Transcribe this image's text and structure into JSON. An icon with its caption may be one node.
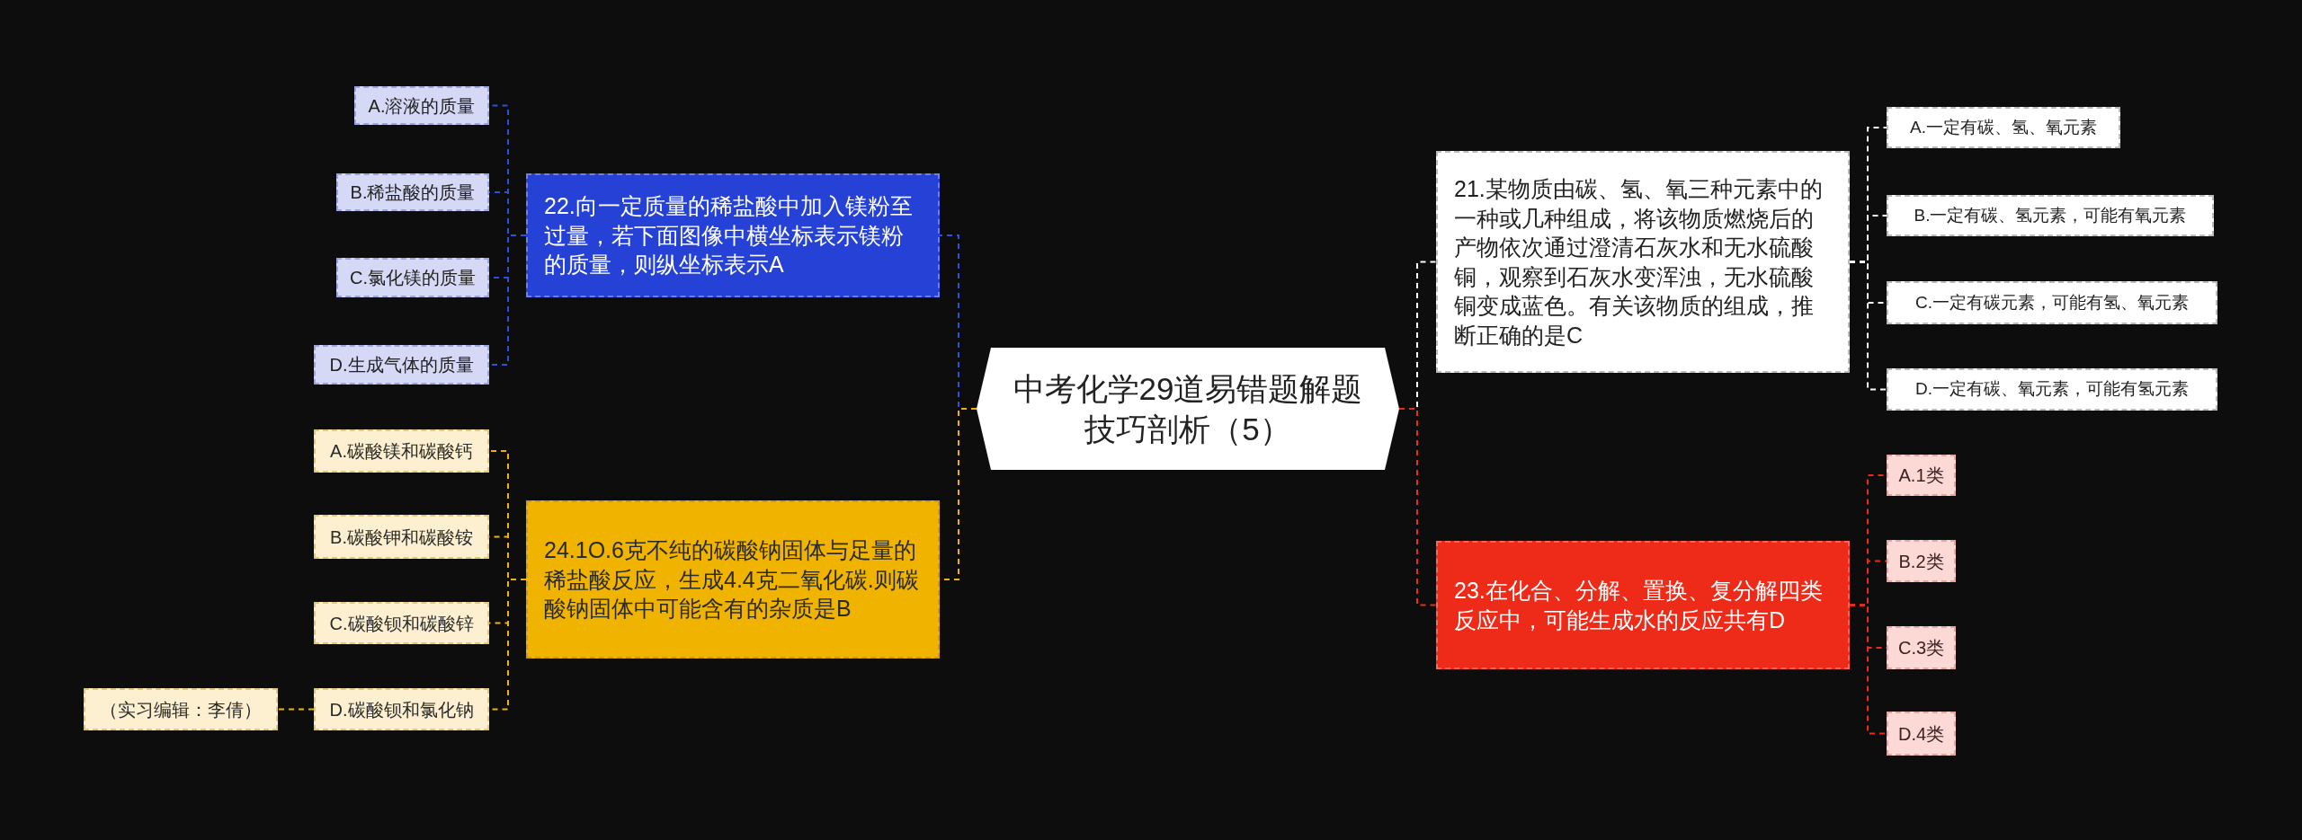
{
  "diagram": {
    "nodes": [
      {
        "text": [
          "中考化学29道易错题解题技巧剖析（5）"
        ]
      },
      {
        "text": [
          "22.向一定质量的稀盐酸中加入镁粉至过量，若下面图像中横坐标表示镁粉的质量，则纵坐标表示A"
        ]
      },
      {
        "text": [
          "A.溶液的质量"
        ]
      },
      {
        "text": [
          "B.稀盐酸的质量"
        ]
      },
      {
        "text": [
          "C.氯化镁的质量"
        ]
      },
      {
        "text": [
          "D.生成气体的质量"
        ]
      },
      {
        "text": [
          "24.1O.6克不纯的碳酸钠固体与足量的稀盐酸反应，生成4.4克二氧化碳.则碳酸钠固体中可能含有的杂质是B"
        ]
      },
      {
        "text": [
          "A.碳酸镁和碳酸钙"
        ]
      },
      {
        "text": [
          "B.碳酸钾和碳酸铵"
        ]
      },
      {
        "text": [
          "C.碳酸钡和碳酸锌"
        ]
      },
      {
        "text": [
          "D.碳酸钡和氯化钠"
        ]
      },
      {
        "text": [
          "（实习编辑：李倩）"
        ]
      },
      {
        "text": [
          "21.某物质由碳、氢、氧三种元素中的一种或几种组成，将该物质燃烧后的产物依次通过澄清石灰水和无水硫酸铜，观察到石灰水变浑浊，无水硫酸铜变成蓝色。有关该物质的组成，推断正确的是C"
        ]
      },
      {
        "text": [
          "A.一定有碳、氢、氧元素"
        ]
      },
      {
        "text": [
          "B.一定有碳、氢元素，可能有氧元素"
        ]
      },
      {
        "text": [
          "C.一定有碳元素，可能有氢、氧元素"
        ]
      },
      {
        "text": [
          "D.一定有碳、氧元素，可能有氢元素"
        ]
      },
      {
        "text": [
          "23.在化合、分解、置换、复分解四类反应中，可能生成水的反应共有D"
        ]
      },
      {
        "text": [
          "A.1类"
        ]
      },
      {
        "text": [
          "B.2类"
        ]
      },
      {
        "text": [
          "C.3类"
        ]
      },
      {
        "text": [
          "D.4类"
        ]
      }
    ],
    "edges": [
      {
        "from": 0,
        "to": 1,
        "arrow": "none",
        "color": "#2f4fe0"
      },
      {
        "from": 1,
        "to": 2,
        "arrow": "none",
        "color": "#2f4fe0"
      },
      {
        "from": 1,
        "to": 3,
        "arrow": "none",
        "color": "#2f4fe0"
      },
      {
        "from": 1,
        "to": 4,
        "arrow": "none",
        "color": "#2f4fe0"
      },
      {
        "from": 1,
        "to": 5,
        "arrow": "none",
        "color": "#2f4fe0"
      },
      {
        "from": 0,
        "to": 6,
        "arrow": "none",
        "color": "#f0b400"
      },
      {
        "from": 6,
        "to": 7,
        "arrow": "none",
        "color": "#f0b400"
      },
      {
        "from": 6,
        "to": 8,
        "arrow": "none",
        "color": "#f0b400"
      },
      {
        "from": 6,
        "to": 9,
        "arrow": "none",
        "color": "#f0b400"
      },
      {
        "from": 6,
        "to": 10,
        "arrow": "none",
        "color": "#f0b400"
      },
      {
        "from": 10,
        "to": 11,
        "arrow": "none",
        "color": "#f0b400"
      },
      {
        "from": 0,
        "to": 12,
        "arrow": "none",
        "color": "#ffffff"
      },
      {
        "from": 12,
        "to": 13,
        "arrow": "none",
        "color": "#ffffff"
      },
      {
        "from": 12,
        "to": 14,
        "arrow": "none",
        "color": "#ffffff"
      },
      {
        "from": 12,
        "to": 15,
        "arrow": "none",
        "color": "#ffffff"
      },
      {
        "from": 12,
        "to": 16,
        "arrow": "none",
        "color": "#ffffff"
      },
      {
        "from": 0,
        "to": 17,
        "arrow": "none",
        "color": "#ee2a18"
      },
      {
        "from": 17,
        "to": 18,
        "arrow": "none",
        "color": "#ee2a18"
      },
      {
        "from": 17,
        "to": 19,
        "arrow": "none",
        "color": "#ee2a18"
      },
      {
        "from": 17,
        "to": 20,
        "arrow": "none",
        "color": "#ee2a18"
      },
      {
        "from": 17,
        "to": 21,
        "arrow": "none",
        "color": "#ee2a18"
      }
    ]
  }
}
